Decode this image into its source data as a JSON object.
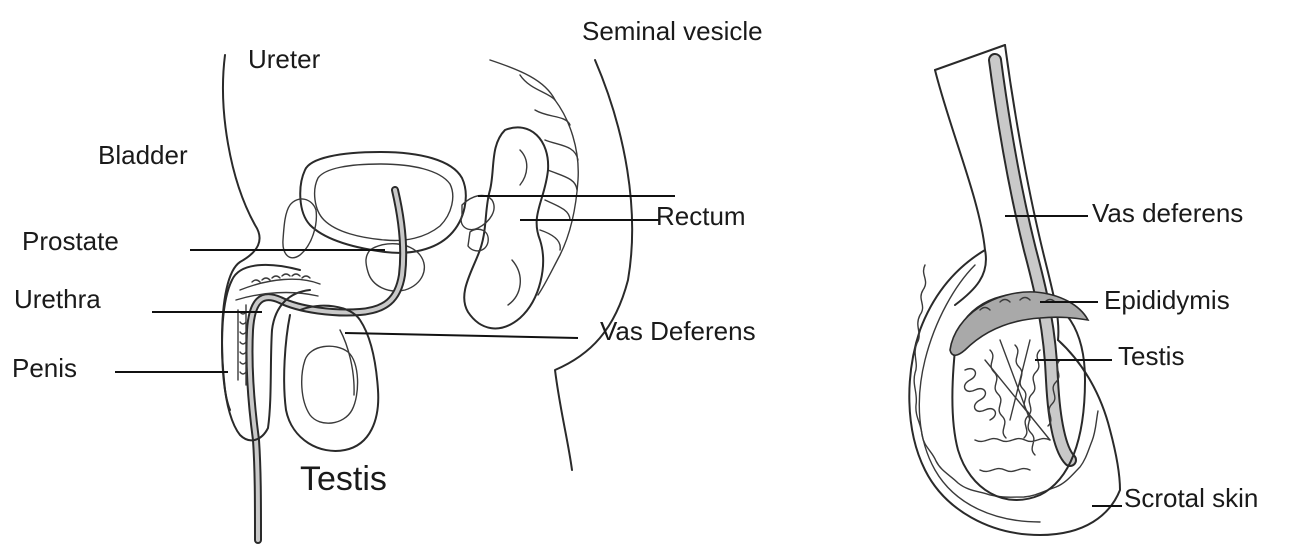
{
  "left_figure": {
    "labels": {
      "seminal_vesicle": "Seminal vesicle",
      "ureter": "Ureter",
      "bladder": "Bladder",
      "rectum": "Rectum",
      "prostate": "Prostate",
      "urethra": "Urethra",
      "vas_deferens": "Vas Deferens",
      "penis": "Penis",
      "testis": "Testis"
    }
  },
  "right_figure": {
    "labels": {
      "vas_deferens": "Vas deferens",
      "epididymis": "Epididymis",
      "testis": "Testis",
      "scrotal_skin": "Scrotal skin"
    }
  },
  "colors": {
    "line": "#2a2a2a",
    "duct_fill": "#c9c9c9",
    "epididymis_fill": "#a9a9a9",
    "background": "#ffffff"
  }
}
